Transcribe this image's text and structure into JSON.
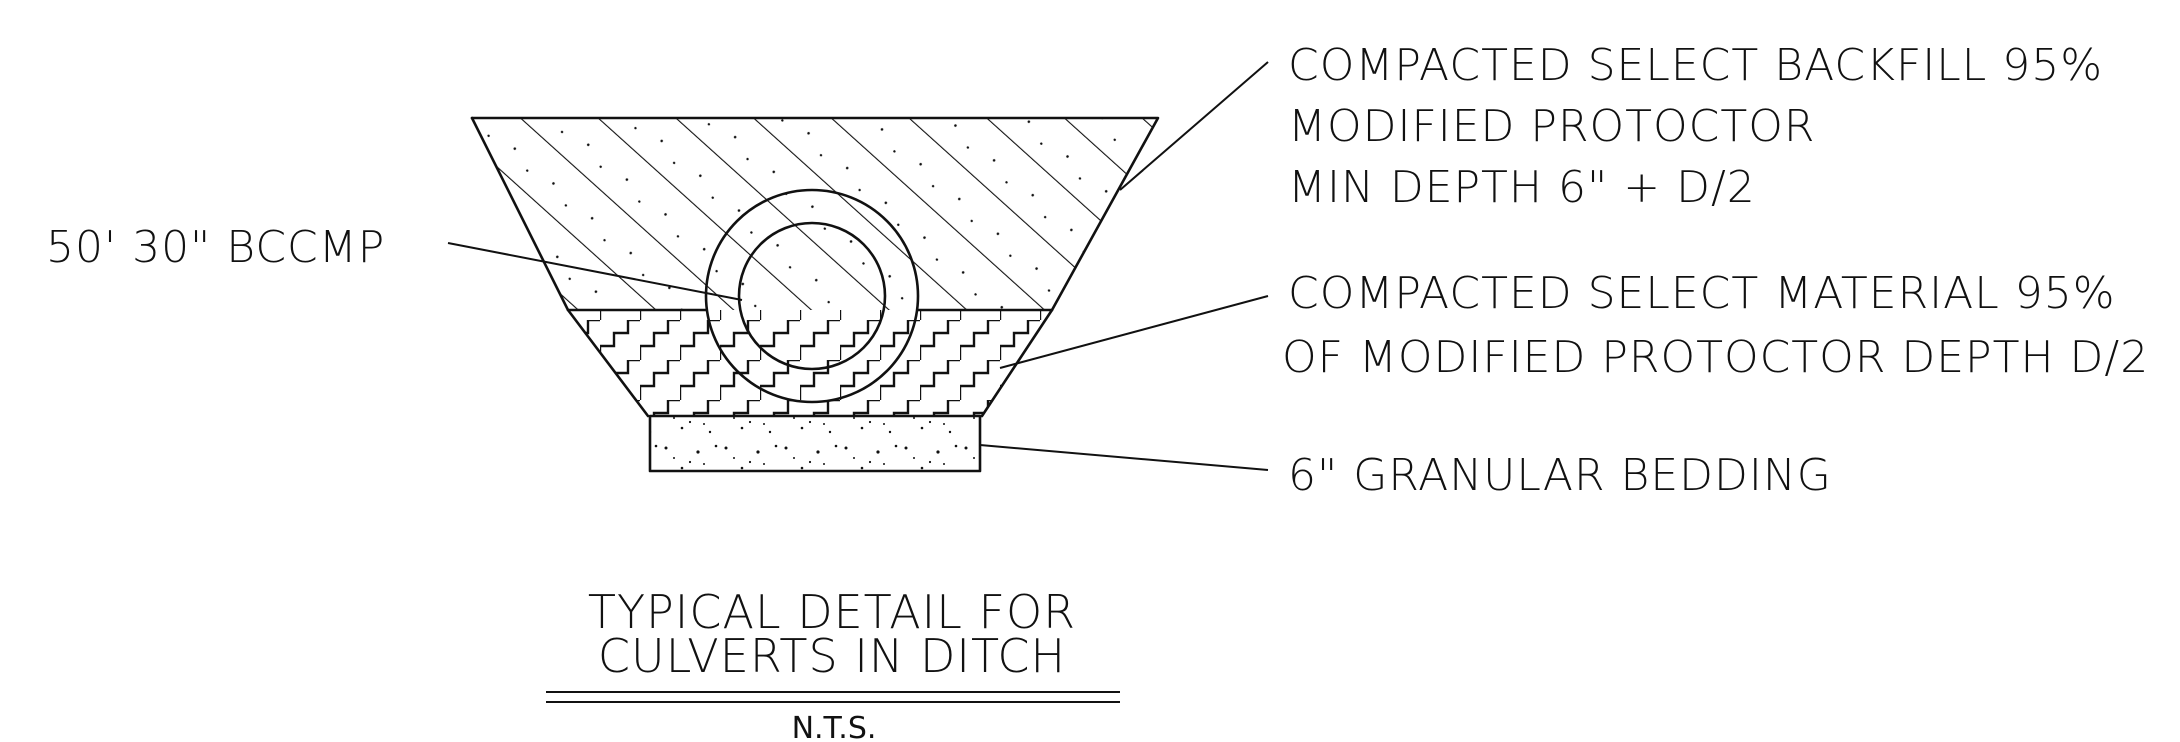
{
  "labels": {
    "pipe": "50' 30\" BCCMP",
    "backfill_line1": "COMPACTED SELECT BACKFILL 95%",
    "backfill_line2": "MODIFIED PROTOCTOR",
    "backfill_line3": "MIN DEPTH 6\" + D/2",
    "material_line1": "COMPACTED SELECT MATERIAL 95%",
    "material_line2": "OF MODIFIED PROTOCTOR DEPTH D/2",
    "bedding": "6\" GRANULAR BEDDING"
  },
  "title": {
    "line1": "TYPICAL DETAIL FOR",
    "line2": "CULVERTS IN DITCH",
    "scale": "N.T.S."
  },
  "colors": {
    "ink": "#111111",
    "paper": "#ffffff"
  }
}
